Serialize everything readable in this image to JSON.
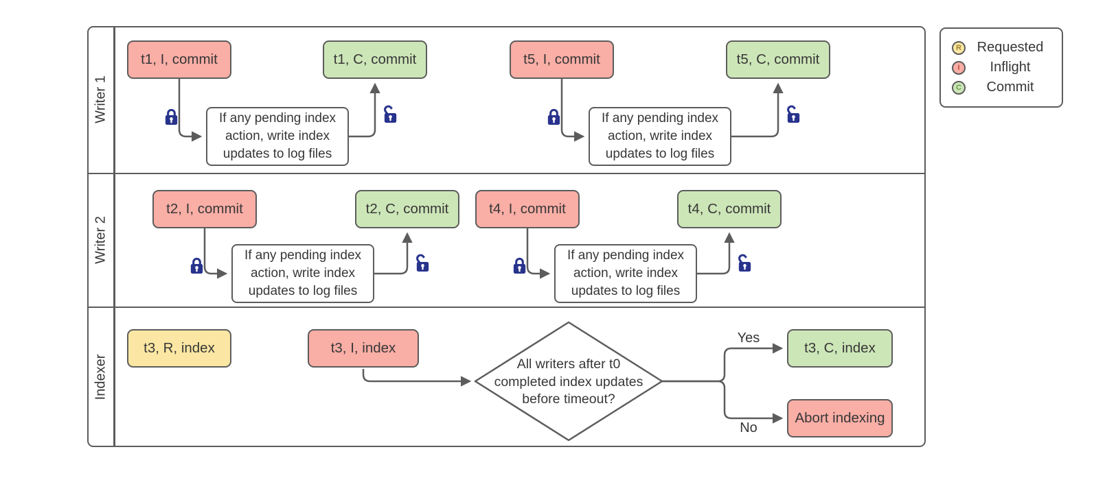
{
  "legend": {
    "items": [
      {
        "symbol": "R",
        "label": "Requested"
      },
      {
        "symbol": "I",
        "label": "Inflight"
      },
      {
        "symbol": "C",
        "label": "Commit"
      }
    ]
  },
  "lanes": [
    {
      "label": "Writer 1",
      "sequences": [
        {
          "inflight": "t1, I, commit",
          "condition": "If any pending index action, write index updates to log files",
          "commit": "t1, C, commit"
        },
        {
          "inflight": "t5, I, commit",
          "condition": "If any pending index action, write index updates to log files",
          "commit": "t5, C, commit"
        }
      ]
    },
    {
      "label": "Writer 2",
      "sequences": [
        {
          "inflight": "t2, I, commit",
          "condition": "If any pending index action, write index updates to log files",
          "commit": "t2, C, commit"
        },
        {
          "inflight": "t4, I, commit",
          "condition": "If any pending index action, write index updates to log files",
          "commit": "t4, C, commit"
        }
      ]
    },
    {
      "label": "Indexer",
      "requested": "t3, R, index",
      "inflight": "t3, I, index",
      "decision": "All writers after t0 completed index updates before timeout?",
      "yes_label": "Yes",
      "no_label": "No",
      "commit": "t3, C, index",
      "abort": "Abort indexing"
    }
  ],
  "colors": {
    "requested_fill": "#fbe7a3",
    "inflight_fill": "#f9aea6",
    "commit_fill": "#cde6b8",
    "node_stroke": "#5c5c5c",
    "lock_blue": "#28338c"
  }
}
